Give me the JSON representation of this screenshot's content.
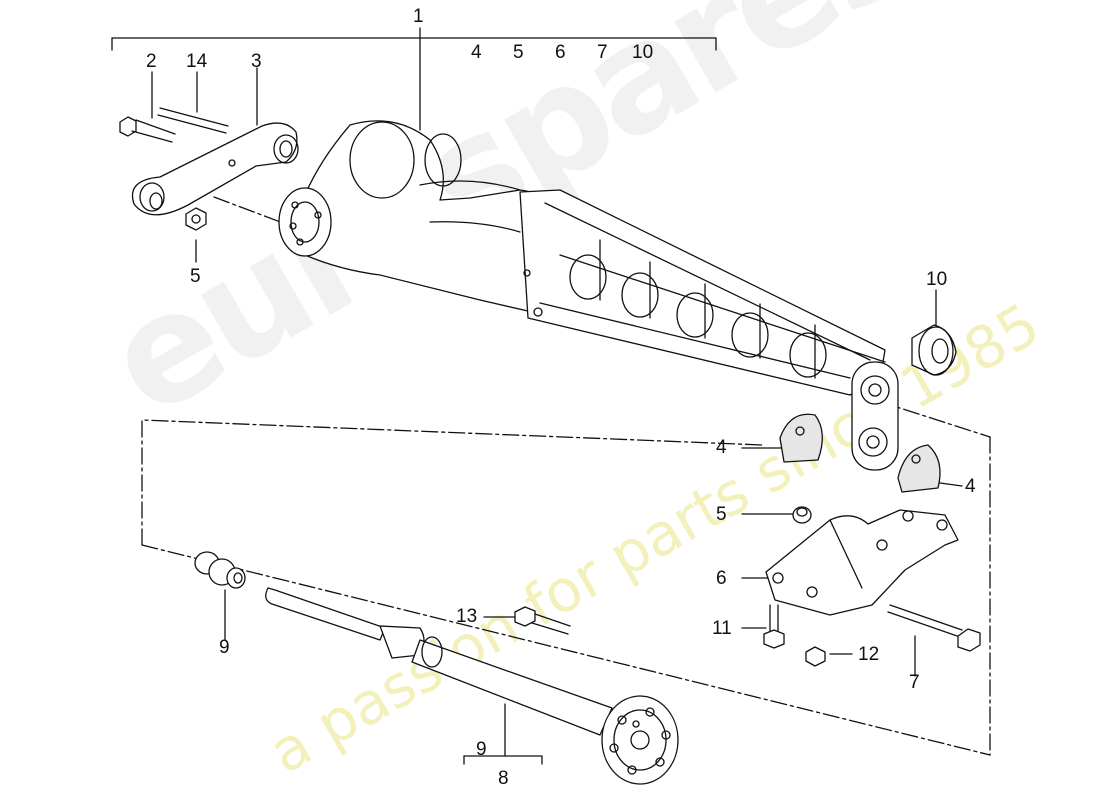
{
  "watermark": {
    "brand": "eurospares",
    "tagline": "a passion for parts since 1985"
  },
  "callouts": [
    {
      "id": "c1-top",
      "text": "1"
    },
    {
      "id": "c4-top",
      "text": "4"
    },
    {
      "id": "c5-top",
      "text": "5"
    },
    {
      "id": "c6-top",
      "text": "6"
    },
    {
      "id": "c7-top",
      "text": "7"
    },
    {
      "id": "c10-top",
      "text": "10"
    },
    {
      "id": "c2",
      "text": "2"
    },
    {
      "id": "c14",
      "text": "14"
    },
    {
      "id": "c3",
      "text": "3"
    },
    {
      "id": "c5-left",
      "text": "5"
    },
    {
      "id": "c10-right",
      "text": "10"
    },
    {
      "id": "c4-left",
      "text": "4"
    },
    {
      "id": "c4-right",
      "text": "4"
    },
    {
      "id": "c5-mount",
      "text": "5"
    },
    {
      "id": "c6-mount",
      "text": "6"
    },
    {
      "id": "c11",
      "text": "11"
    },
    {
      "id": "c12",
      "text": "12"
    },
    {
      "id": "c7-bolt",
      "text": "7"
    },
    {
      "id": "c13",
      "text": "13"
    },
    {
      "id": "c9-left",
      "text": "9"
    },
    {
      "id": "c9-bottom",
      "text": "9"
    },
    {
      "id": "c8",
      "text": "8"
    }
  ]
}
